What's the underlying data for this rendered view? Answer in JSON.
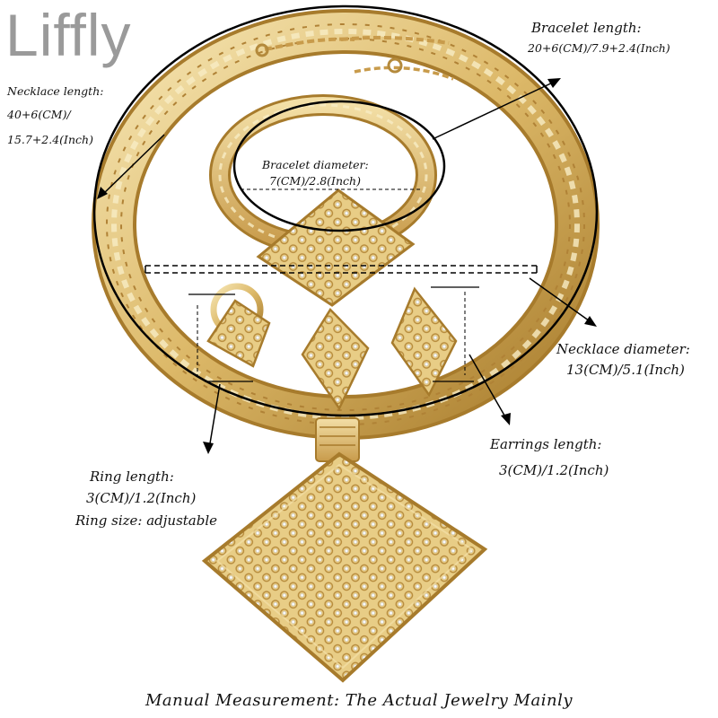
{
  "brand": {
    "logo_text": "Liffly"
  },
  "labels": {
    "bracelet_length": {
      "title": "Bracelet length:",
      "value": "20+6(CM)/7.9+2.4(Inch)"
    },
    "necklace_length": {
      "title": "Necklace length:",
      "line1": "40+6(CM)/",
      "line2": "15.7+2.4(Inch)"
    },
    "bracelet_diameter": {
      "title": "Bracelet diameter:",
      "value": "7(CM)/2.8(Inch)"
    },
    "necklace_diameter": {
      "title": "Necklace diameter:",
      "value": "13(CM)/5.1(Inch)"
    },
    "earrings_length": {
      "title": "Earrings length:",
      "value": "3(CM)/1.2(Inch)"
    },
    "ring": {
      "title": "Ring length:",
      "value": "3(CM)/1.2(Inch)",
      "size": "Ring size: adjustable"
    }
  },
  "footer": {
    "text": "Manual Measurement:  The Actual Jewelry Mainly"
  },
  "colors": {
    "gold_light": "#f3dfa6",
    "gold_mid": "#dcb868",
    "gold_dark": "#a77b2c",
    "annotation_line": "#000000",
    "logo_gray": "#9a9a9a"
  }
}
